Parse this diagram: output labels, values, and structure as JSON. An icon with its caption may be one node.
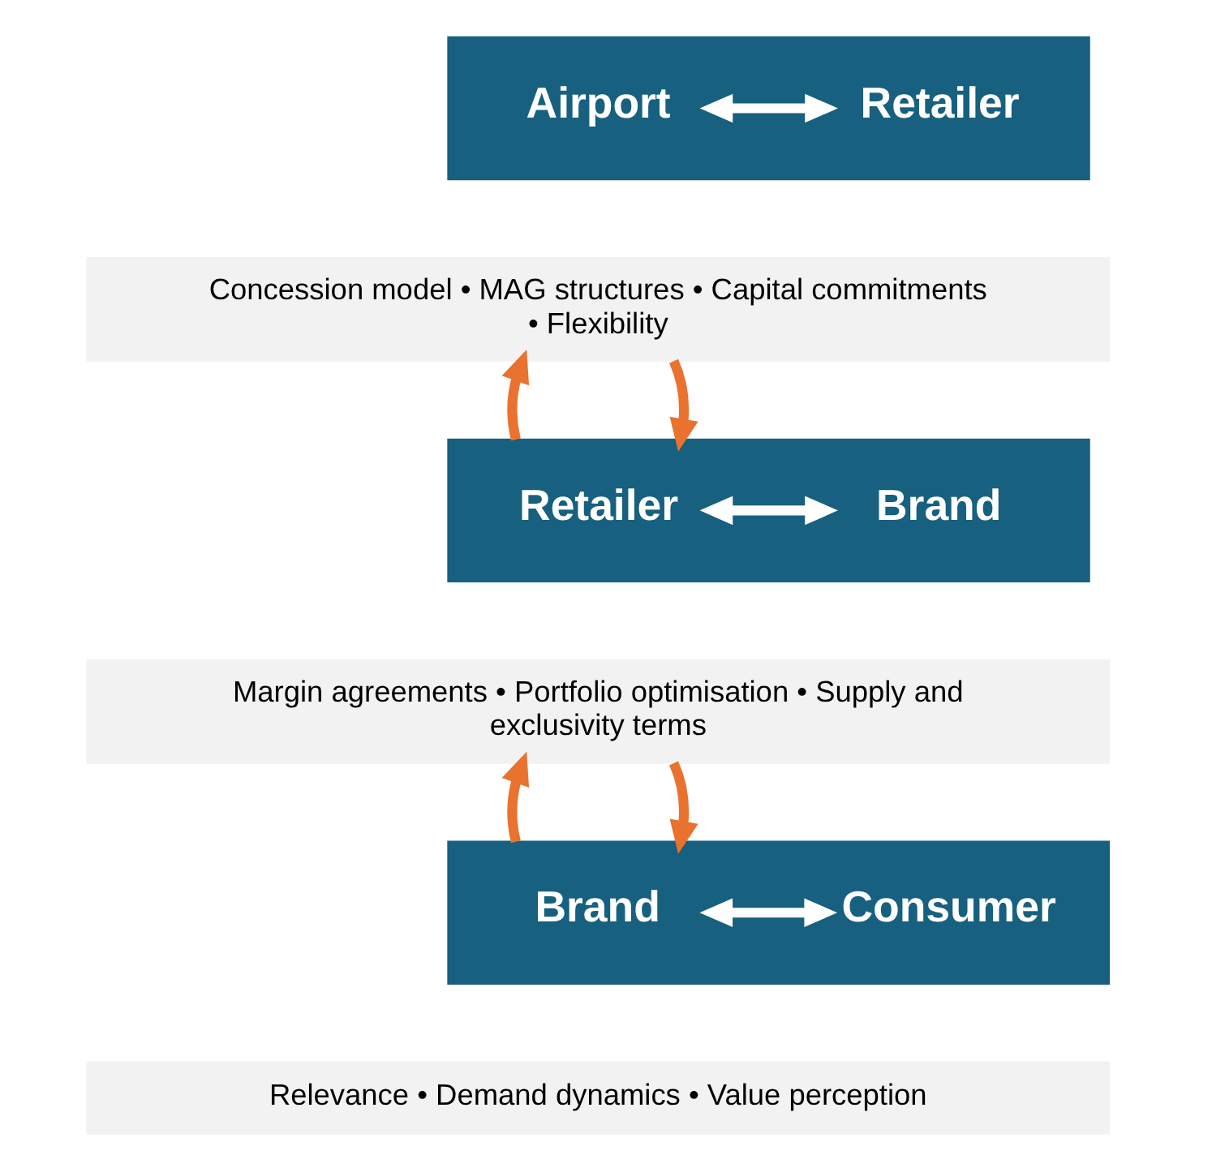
{
  "diagram": {
    "nodes": [
      {
        "text": [],
        "shape": "bar"
      },
      {
        "text": [
          "Airport"
        ],
        "in": 0
      },
      {
        "text": [
          "Retailer"
        ],
        "in": 0
      },
      {
        "text": [
          "Concession model • MAG structures • Capital commitments • Flexibility"
        ]
      },
      {
        "text": [],
        "shape": "bar"
      },
      {
        "text": [
          "Retailer"
        ],
        "in": 4
      },
      {
        "text": [
          "Brand"
        ],
        "in": 4
      },
      {
        "text": [
          "Margin agreements • Portfolio optimisation • Supply and exclusivity terms"
        ]
      },
      {
        "text": [],
        "shape": "bar"
      },
      {
        "text": [
          "Brand"
        ],
        "in": 8
      },
      {
        "text": [
          "Consumer"
        ],
        "in": 8
      },
      {
        "text": [
          "Relevance • Demand dynamics • Value perception"
        ]
      }
    ],
    "edges": [
      {
        "from": 1,
        "to": 2,
        "arrow": "both",
        "color": "#ffffff"
      },
      {
        "from": 3,
        "to": 4,
        "arrow": "to",
        "color": "#e8722e"
      },
      {
        "from": 4,
        "to": 3,
        "arrow": "to",
        "color": "#e8722e"
      },
      {
        "from": 5,
        "to": 6,
        "arrow": "both",
        "color": "#ffffff"
      },
      {
        "from": 7,
        "to": 8,
        "arrow": "to",
        "color": "#e8722e"
      },
      {
        "from": 8,
        "to": 7,
        "arrow": "to",
        "color": "#e8722e"
      },
      {
        "from": 9,
        "to": 10,
        "arrow": "both",
        "color": "#ffffff"
      }
    ]
  }
}
